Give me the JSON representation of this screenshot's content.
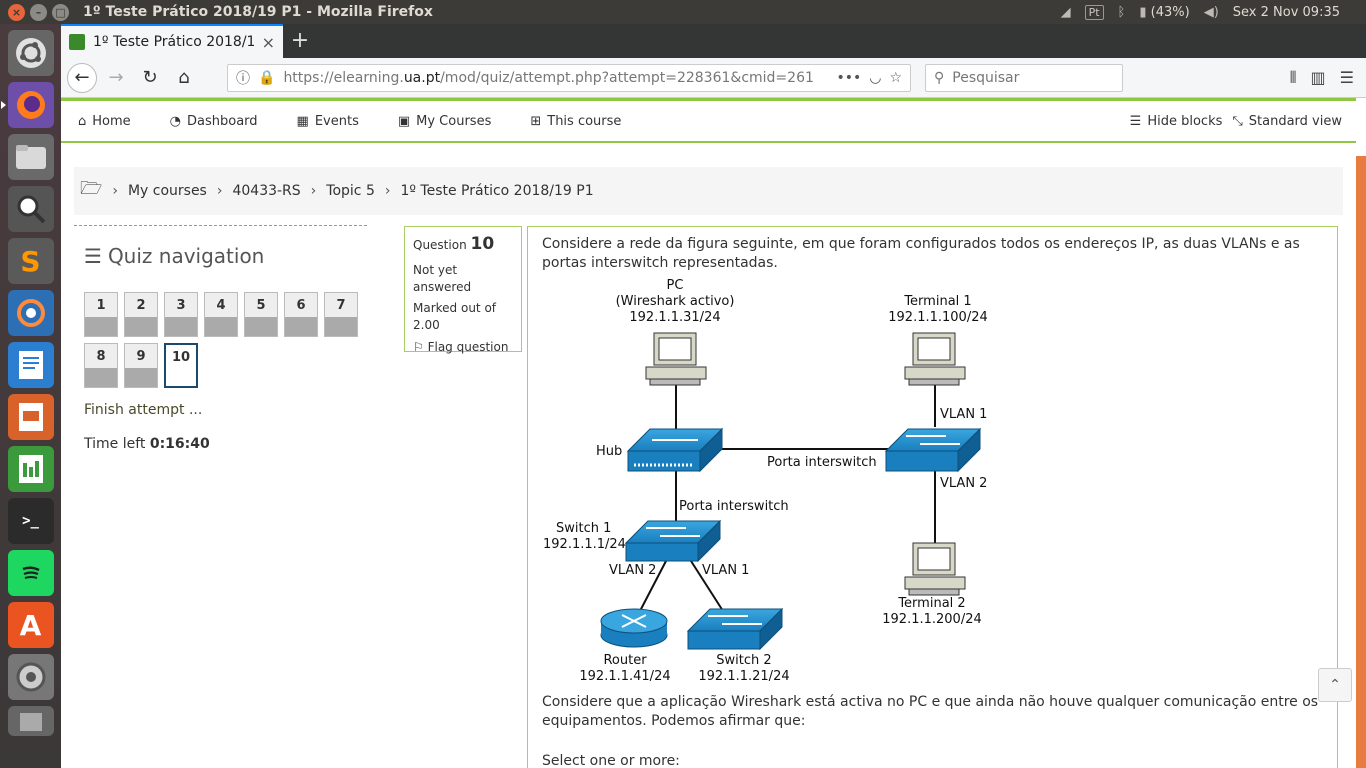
{
  "os": {
    "window_title": "1º Teste Prático 2018/19 P1 - Mozilla Firefox",
    "tray": {
      "input_method": "Pt",
      "battery": "(43%)",
      "clock": "Sex  2 Nov 09:35"
    }
  },
  "browser": {
    "tab_title": "1º Teste Prático 2018/19 P1",
    "new_tab": "+",
    "url_prefix": "https://elearning.",
    "url_domain": "ua.pt",
    "url_rest": "/mod/quiz/attempt.php?attempt=228361&cmid=261",
    "search_placeholder": "Pesquisar"
  },
  "moodle_nav": {
    "home": "Home",
    "dashboard": "Dashboard",
    "events": "Events",
    "my_courses": "My Courses",
    "this_course": "This course",
    "hide_blocks": "Hide blocks",
    "standard_view": "Standard view"
  },
  "breadcrumb": [
    "My courses",
    "40433-RS",
    "Topic 5",
    "1º Teste Prático 2018/19 P1"
  ],
  "quiz_nav": {
    "title": "Quiz navigation",
    "questions": [
      "1",
      "2",
      "3",
      "4",
      "5",
      "6",
      "7",
      "8",
      "9",
      "10"
    ],
    "current": "10",
    "finish": "Finish attempt ...",
    "time_label": "Time left ",
    "time_value": "0:16:40"
  },
  "question_info": {
    "label": "Question ",
    "number": "10",
    "state": "Not yet answered",
    "marked": "Marked out of 2.00",
    "flag": "Flag question"
  },
  "question": {
    "text": "Considere a rede da figura seguinte, em que foram configurados todos os endereços IP, as duas VLANs e as portas interswitch representadas.",
    "after_text": "Considere que a aplicação Wireshark está activa no PC e que ainda não houve qualquer comunicação entre os equipamentos. Podemos afirmar que:",
    "select_label": "Select one or more:"
  },
  "figure": {
    "pc_name": "PC",
    "pc_note": "(Wireshark activo)",
    "pc_ip": "192.1.1.31/24",
    "t1_name": "Terminal 1",
    "t1_ip": "192.1.1.100/24",
    "t2_name": "Terminal 2",
    "t2_ip": "192.1.1.200/24",
    "hub": "Hub",
    "trunk1": "Porta interswitch",
    "trunk2": "Porta interswitch",
    "sw1_name": "Switch 1",
    "sw1_ip": "192.1.1.1/24",
    "sw2_name": "Switch 2",
    "sw2_ip": "192.1.1.21/24",
    "router_name": "Router",
    "router_ip": "192.1.1.41/24",
    "vlan1_t1": "VLAN 1",
    "vlan2_t2": "VLAN 2",
    "vlan2_router": "VLAN 2",
    "vlan1_sw2": "VLAN 1"
  }
}
